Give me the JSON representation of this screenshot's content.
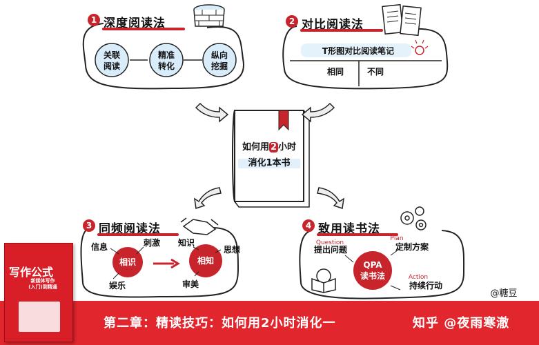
{
  "sections": {
    "s1": {
      "num": "1",
      "title": "深度阅读法",
      "nodes": [
        "关联\n阅读",
        "精准\n转化",
        "纵向\n挖掘"
      ]
    },
    "s2": {
      "num": "2",
      "title": "对比阅读法",
      "note_title": "T形图对比阅读笔记",
      "col_left": "相同",
      "col_right": "不同"
    },
    "s3": {
      "num": "3",
      "title": "同频阅读法",
      "labels": [
        "信息",
        "刺激",
        "知识",
        "思想",
        "娱乐",
        "审美"
      ],
      "left_circle": "相识",
      "right_circle": "相知"
    },
    "s4": {
      "num": "4",
      "title": "致用读书法",
      "q_label": "Question",
      "q_text": "提出问题",
      "p_label": "Plan",
      "p_text": "定制方案",
      "a_label": "Action",
      "a_text": "持续行动",
      "center": "QPA\n读书法"
    }
  },
  "center_book": {
    "line1": "如何用",
    "num": "2",
    "line1_end": "小时",
    "line2": "消化1本书"
  },
  "signature": "@糖豆",
  "book_cover": {
    "title": "写作公式",
    "subtitle": "新媒体写作\n(入门)到精通"
  },
  "bottom_bar": {
    "text": "第二章：精读技巧：如何用2小时消化一",
    "brand": "知乎 @夜雨寒澈"
  },
  "colors": {
    "accent": "#c8242c",
    "bar": "#e2262e",
    "blue": "#9fc9ec"
  }
}
